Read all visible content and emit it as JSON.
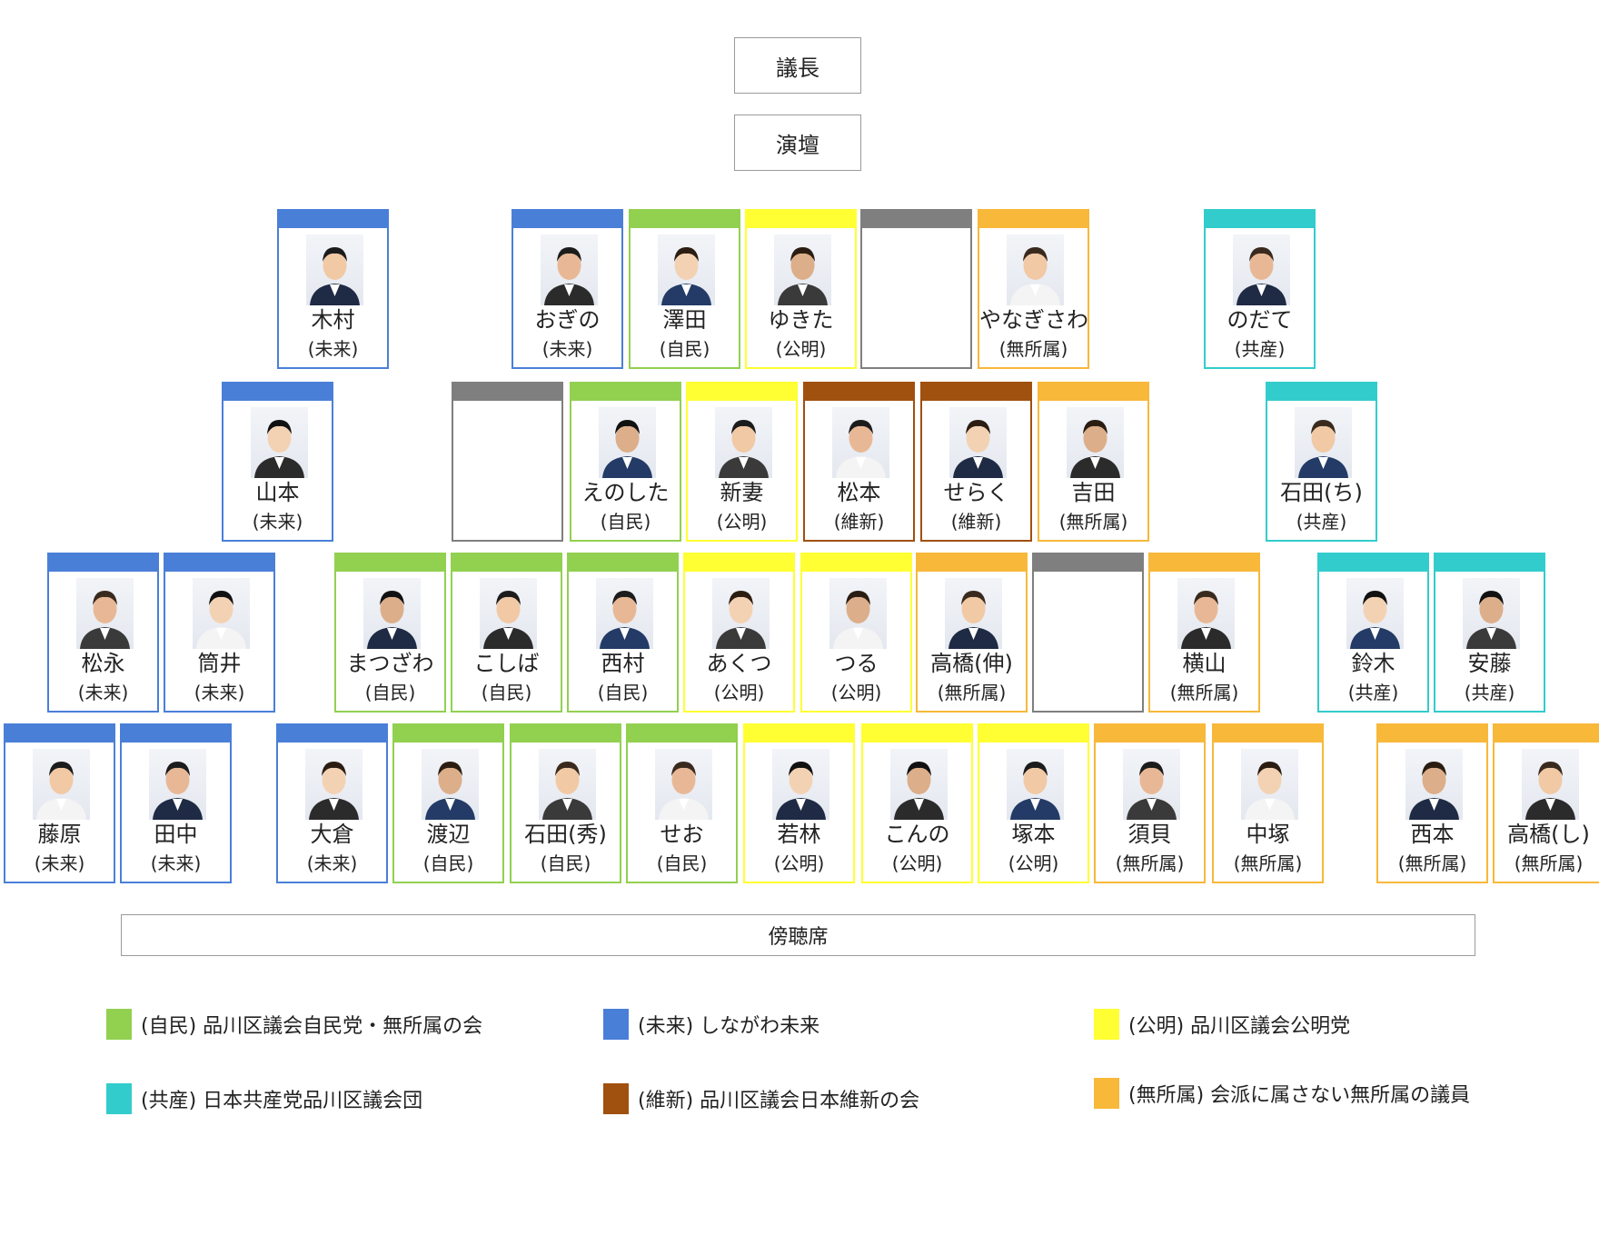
{
  "top_labels": {
    "chair": "議長",
    "podium": "演壇",
    "gallery": "傍聴席"
  },
  "colors": {
    "jimin": "#92d050",
    "mirai": "#4a7fd8",
    "komei": "#ffff33",
    "kyosan": "#33cccc",
    "ishin": "#a0500f",
    "mushozoku": "#f8b83a",
    "vacant": "#7f7f7f"
  },
  "rows": [
    [
      {
        "name": "木村",
        "party": "(未来)",
        "color": "mirai"
      },
      {
        "name": "おぎの",
        "party": "(未来)",
        "color": "mirai"
      },
      {
        "name": "澤田",
        "party": "(自民)",
        "color": "jimin"
      },
      {
        "name": "ゆきた",
        "party": "(公明)",
        "color": "komei"
      },
      {
        "name": "",
        "party": "",
        "color": "vacant"
      },
      {
        "name": "やなぎさわ",
        "party": "(無所属)",
        "color": "mushozoku"
      },
      {
        "name": "のだて",
        "party": "(共産)",
        "color": "kyosan"
      }
    ],
    [
      {
        "name": "山本",
        "party": "(未来)",
        "color": "mirai"
      },
      {
        "name": "",
        "party": "",
        "color": "vacant"
      },
      {
        "name": "えのした",
        "party": "(自民)",
        "color": "jimin"
      },
      {
        "name": "新妻",
        "party": "(公明)",
        "color": "komei"
      },
      {
        "name": "松本",
        "party": "(維新)",
        "color": "ishin"
      },
      {
        "name": "せらく",
        "party": "(維新)",
        "color": "ishin"
      },
      {
        "name": "吉田",
        "party": "(無所属)",
        "color": "mushozoku"
      },
      {
        "name": "石田(ち)",
        "party": "(共産)",
        "color": "kyosan"
      }
    ],
    [
      {
        "name": "松永",
        "party": "(未来)",
        "color": "mirai"
      },
      {
        "name": "筒井",
        "party": "(未来)",
        "color": "mirai"
      },
      {
        "name": "まつざわ",
        "party": "(自民)",
        "color": "jimin"
      },
      {
        "name": "こしば",
        "party": "(自民)",
        "color": "jimin"
      },
      {
        "name": "西村",
        "party": "(自民)",
        "color": "jimin"
      },
      {
        "name": "あくつ",
        "party": "(公明)",
        "color": "komei"
      },
      {
        "name": "つる",
        "party": "(公明)",
        "color": "komei"
      },
      {
        "name": "高橋(伸)",
        "party": "(無所属)",
        "color": "mushozoku"
      },
      {
        "name": "",
        "party": "",
        "color": "vacant"
      },
      {
        "name": "横山",
        "party": "(無所属)",
        "color": "mushozoku"
      },
      {
        "name": "鈴木",
        "party": "(共産)",
        "color": "kyosan"
      },
      {
        "name": "安藤",
        "party": "(共産)",
        "color": "kyosan"
      }
    ],
    [
      {
        "name": "藤原",
        "party": "(未来)",
        "color": "mirai"
      },
      {
        "name": "田中",
        "party": "(未来)",
        "color": "mirai"
      },
      {
        "name": "大倉",
        "party": "(未来)",
        "color": "mirai"
      },
      {
        "name": "渡辺",
        "party": "(自民)",
        "color": "jimin"
      },
      {
        "name": "石田(秀)",
        "party": "(自民)",
        "color": "jimin"
      },
      {
        "name": "せお",
        "party": "(自民)",
        "color": "jimin"
      },
      {
        "name": "若林",
        "party": "(公明)",
        "color": "komei"
      },
      {
        "name": "こんの",
        "party": "(公明)",
        "color": "komei"
      },
      {
        "name": "塚本",
        "party": "(公明)",
        "color": "komei"
      },
      {
        "name": "須貝",
        "party": "(無所属)",
        "color": "mushozoku"
      },
      {
        "name": "中塚",
        "party": "(無所属)",
        "color": "mushozoku"
      },
      {
        "name": "西本",
        "party": "(無所属)",
        "color": "mushozoku"
      },
      {
        "name": "高橋(し)",
        "party": "(無所属)",
        "color": "mushozoku"
      }
    ]
  ],
  "legend": [
    {
      "color": "jimin",
      "label": "(自民) 品川区議会自民党・無所属の会"
    },
    {
      "color": "mirai",
      "label": "(未来) しながわ未来"
    },
    {
      "color": "komei",
      "label": "(公明) 品川区議会公明党"
    },
    {
      "color": "kyosan",
      "label": "(共産) 日本共産党品川区議会団"
    },
    {
      "color": "ishin",
      "label": "(維新) 品川区議会日本維新の会"
    },
    {
      "color": "mushozoku",
      "label": "(無所属) 会派に属さない無所属の議員"
    }
  ]
}
